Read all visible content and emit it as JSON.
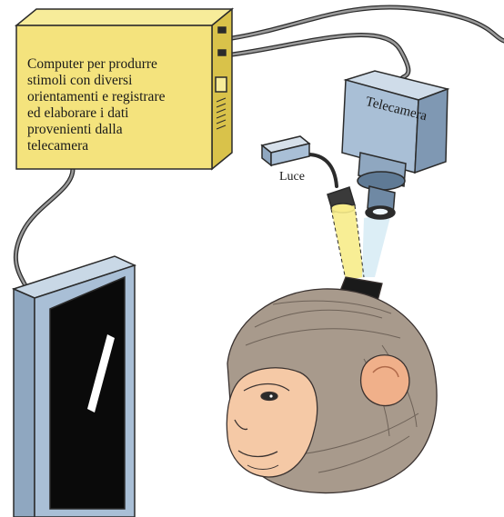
{
  "computer": {
    "label_lines": [
      "Computer per produrre",
      "stimoli con diversi",
      "orientamenti e registrare",
      "ed elaborare i dati",
      "provenienti dalla",
      "telecamera"
    ]
  },
  "camera": {
    "label": "Telecamera"
  },
  "light": {
    "label": "Luce"
  },
  "colors": {
    "computer_box": "#f4e37d",
    "camera_body": "#a9bfd6",
    "monitor_frame": "#a9bfd6",
    "screen": "#0a0a0a",
    "light_beam": "#f7ec8a",
    "fur": "#a89a8c",
    "skin": "#f5c9a6"
  },
  "icons": [
    "computer-box",
    "camera",
    "light-source",
    "monitor",
    "monkey-head",
    "cables"
  ]
}
